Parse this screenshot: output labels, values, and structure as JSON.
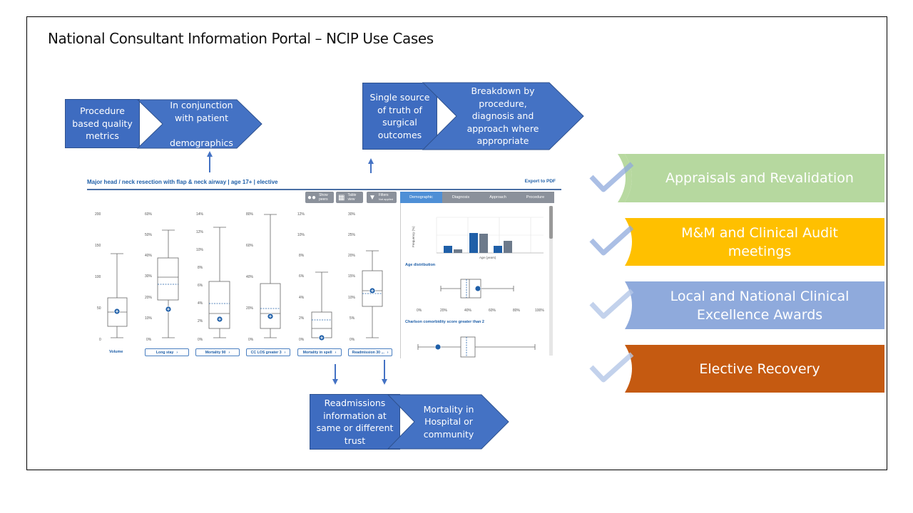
{
  "slide": {
    "title": "National Consultant Information Portal – NCIP Use Cases"
  },
  "callouts": {
    "procedure_quality": [
      "Procedure",
      "based quality",
      "metrics"
    ],
    "patient_demographics": [
      "In conjunction",
      "with patient",
      "",
      "demographics"
    ],
    "single_source": [
      "Single source",
      "of truth of",
      "surgical",
      "outcomes"
    ],
    "breakdown": [
      "Breakdown by",
      "procedure,",
      "diagnosis and",
      "approach where",
      "appropriate"
    ],
    "readmissions": [
      "Readmissions",
      "information at",
      "same or different",
      "trust"
    ],
    "mortality": [
      "Mortality in",
      "Hospital or",
      "community"
    ]
  },
  "dashboard": {
    "title": "Major head / neck resection with flap & neck airway | age 17+ | elective",
    "export_label": "Export to PDF",
    "toolbar": {
      "show_peers": "Show peers",
      "table_view": "Table view",
      "filters": "Filters",
      "filters_sub": "Not applied"
    },
    "tabs": [
      "Demographic",
      "Diagnosis",
      "Approach",
      "Procedure"
    ],
    "active_tab": "Demographic",
    "metrics": [
      "Volume",
      "Long stay",
      "Mortality 90",
      "CC LOS greater 3",
      "Mortality in spell",
      "Readmission 30 ..."
    ],
    "axis_ticks": [
      [
        "200",
        "150",
        "100",
        "50",
        "0"
      ],
      [
        "60%",
        "50%",
        "40%",
        "30%",
        "20%",
        "10%",
        "0%"
      ],
      [
        "14%",
        "12%",
        "10%",
        "8%",
        "6%",
        "4%",
        "2%",
        "0%"
      ],
      [
        "80%",
        "60%",
        "40%",
        "20%",
        "0%"
      ],
      [
        "12%",
        "10%",
        "8%",
        "6%",
        "4%",
        "2%",
        "0%"
      ],
      [
        "30%",
        "25%",
        "20%",
        "15%",
        "10%",
        "5%",
        "0%"
      ]
    ],
    "panel": {
      "y_label": "Frequency (%)",
      "x_label": "Age (years)",
      "age_heading": "Age distribution",
      "age_ticks": [
        "0%",
        "20%",
        "40%",
        "60%",
        "80%",
        "100%"
      ],
      "charlson_heading": "Charlson comorbidity score greater than 2"
    }
  },
  "banners": [
    {
      "label": "Appraisals and Revalidation",
      "color": "#a9d18e"
    },
    {
      "label": "M&M and Clinical Audit meetings",
      "color": "#ffc000"
    },
    {
      "label": "Local and National Clinical Excellence Awards",
      "color": "#8faadc"
    },
    {
      "label": "Elective Recovery",
      "color": "#c55a11"
    }
  ]
}
